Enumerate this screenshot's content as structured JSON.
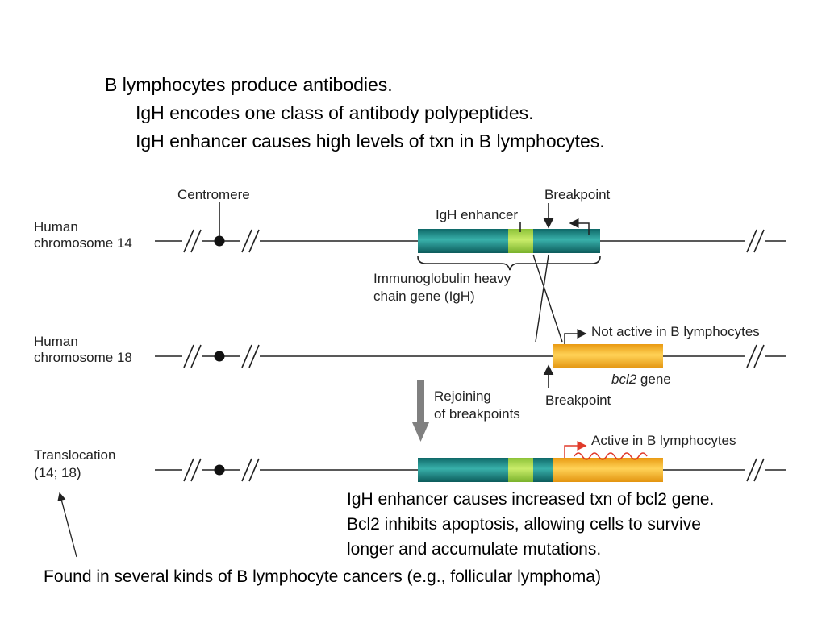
{
  "intro": {
    "line1": "B lymphocytes produce antibodies.",
    "line2": "IgH encodes one class of antibody polypeptides.",
    "line3": "IgH enhancer causes high levels of txn in B lymphocytes."
  },
  "labels": {
    "centromere": "Centromere",
    "breakpoint_top": "Breakpoint",
    "igh_enhancer": "IgH enhancer",
    "igh_gene_line1": "Immunoglobulin heavy",
    "igh_gene_line2": "chain gene (IgH)",
    "not_active": "Not active in B lymphocytes",
    "bcl2_italic": "bcl2",
    "bcl2_suffix": " gene",
    "breakpoint_bottom": "Breakpoint",
    "rejoining_line1": "Rejoining",
    "rejoining_line2": "of breakpoints",
    "active": "Active in B lymphocytes"
  },
  "rows": {
    "chr14_line1": "Human",
    "chr14_line2": "chromosome 14",
    "chr18_line1": "Human",
    "chr18_line2": "chromosome 18",
    "trans_line1": "Translocation",
    "trans_line2": "(14; 18)"
  },
  "notes": {
    "line1": "IgH enhancer causes increased txn of bcl2 gene.",
    "line2": "Bcl2 inhibits apoptosis, allowing cells to survive",
    "line3": "longer and accumulate mutations."
  },
  "footer": "Found in several kinds of B lymphocyte cancers (e.g., follicular lymphoma)",
  "colors": {
    "igh_gene": "#1f8a8a",
    "enhancer": "#a8d84a",
    "bcl2_gene": "#f5b52a",
    "active_mark": "#e03a2a",
    "arrow_gray": "#808080"
  }
}
